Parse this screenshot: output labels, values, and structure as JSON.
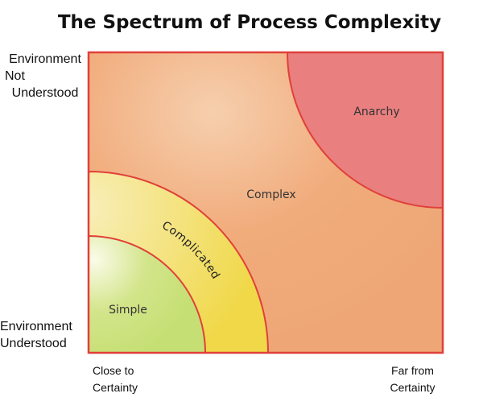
{
  "title": "The Spectrum of Process Complexity",
  "y_axis": {
    "top_label": [
      "Environment",
      "Not",
      "Understood"
    ],
    "bottom_label": [
      "Environment",
      "Understood"
    ]
  },
  "x_axis": {
    "left_label": [
      "Close to",
      "Certainty"
    ],
    "right_label": [
      "Far from",
      "Certainty"
    ]
  },
  "regions": {
    "simple": "Simple",
    "complicated": "Complicated",
    "complex": "Complex",
    "anarchy": "Anarchy"
  },
  "colors": {
    "border": "#e0403a",
    "complex": "#f0a878",
    "anarchy": "#e87e7e",
    "complicated": "#f2dc5a",
    "simple": "#c8e07a"
  }
}
